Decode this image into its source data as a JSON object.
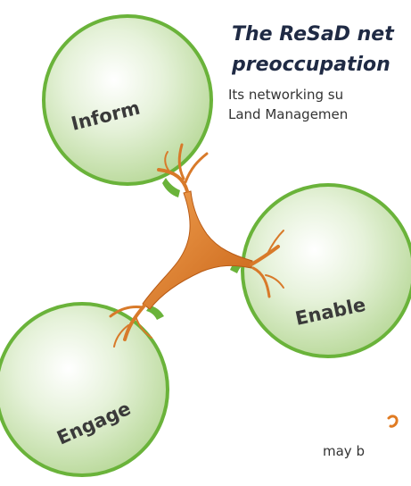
{
  "title": {
    "line1": "The ReSaD net",
    "line2": "preoccupation"
  },
  "subtitle": {
    "line1": "Its networking su",
    "line2": "Land Managemen"
  },
  "nodes": {
    "inform": "Inform",
    "enable": "Enable",
    "engage": "Engage"
  },
  "footer": "may b",
  "colors": {
    "title": "#1f2a44",
    "bubble_fill": "#d7ebc4",
    "bubble_rim": "#6ab33a",
    "connector": "#d87a2a",
    "bullet": "#e07b22"
  }
}
